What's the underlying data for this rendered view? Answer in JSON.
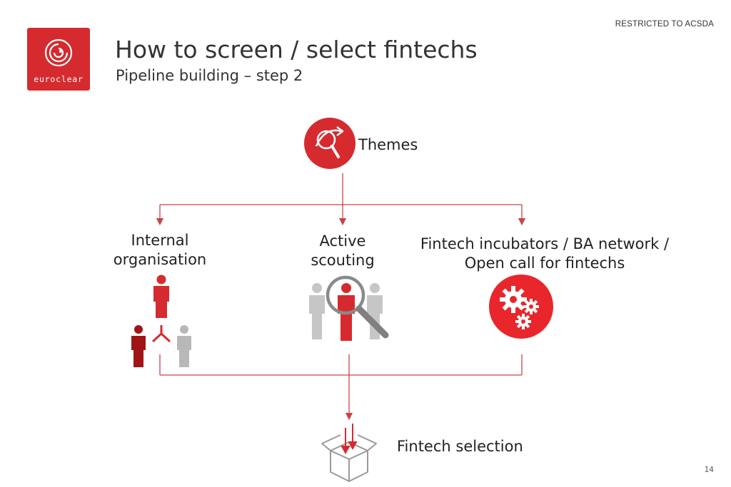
{
  "header": {
    "classification": "RESTRICTED TO ACSDA",
    "logo_text": "euroclear",
    "title": "How to screen / select fintechs",
    "subtitle": "Pipeline building – step 2"
  },
  "diagram": {
    "root": {
      "label": "Themes",
      "icon": "magnifier-trend-arrow-icon"
    },
    "branches": [
      {
        "label_lines": [
          "Internal",
          "organisation"
        ],
        "icon": "org-hierarchy-people-icon"
      },
      {
        "label_lines": [
          "Active",
          "scouting"
        ],
        "icon": "magnifier-people-icon"
      },
      {
        "label_lines": [
          "Fintech incubators / BA network /",
          "Open call for fintechs"
        ],
        "icon": "gears-icon"
      }
    ],
    "result": {
      "label": "Fintech selection",
      "icon": "box-inbox-icon"
    }
  },
  "colors": {
    "brand_red": "#d52b2f",
    "dark_red": "#a01418",
    "person_gray": "#b8b8b8",
    "connector": "#c9444a",
    "box_gray": "#9a9a9a"
  },
  "footer": {
    "page_number": "14"
  }
}
